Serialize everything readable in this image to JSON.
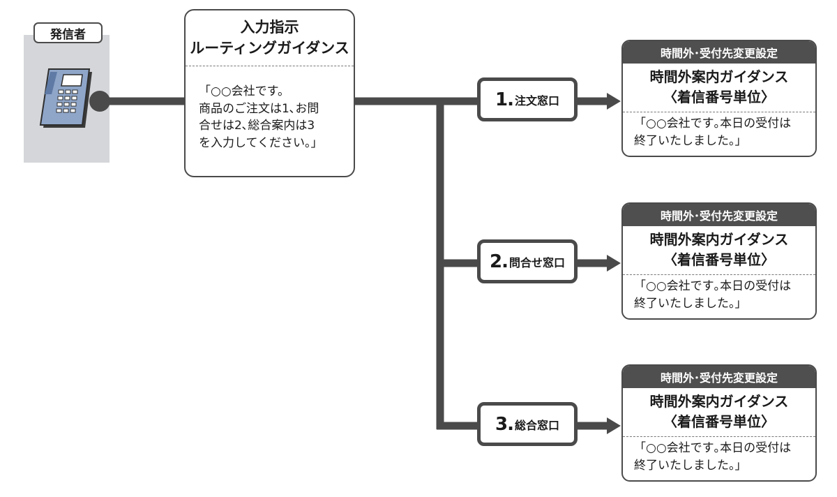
{
  "caller": {
    "label": "発信者",
    "icon": "desk-phone-icon"
  },
  "routing": {
    "title_line1": "入力指示",
    "title_line2": "ルーティングガイダンス",
    "body_lines": [
      "「○○会社です。",
      "商品のご注文は1､お問",
      "合せは2､総合案内は3",
      "を入力してください。」"
    ]
  },
  "options": [
    {
      "number": "1.",
      "label": "注文窓口"
    },
    {
      "number": "2.",
      "label": "問合せ窓口"
    },
    {
      "number": "3.",
      "label": "総合窓口"
    }
  ],
  "cards": [
    {
      "header": "時間外･受付先変更設定",
      "title_line1": "時間外案内ガイダンス",
      "title_line2": "〈着信番号単位〉",
      "body_line1": "「○○会社です｡本日の受付は",
      "body_line2": "終了いたしました。」"
    },
    {
      "header": "時間外･受付先変更設定",
      "title_line1": "時間外案内ガイダンス",
      "title_line2": "〈着信番号単位〉",
      "body_line1": "「○○会社です｡本日の受付は",
      "body_line2": "終了いたしました。」"
    },
    {
      "header": "時間外･受付先変更設定",
      "title_line1": "時間外案内ガイダンス",
      "title_line2": "〈着信番号単位〉",
      "body_line1": "「○○会社です｡本日の受付は",
      "body_line2": "終了いたしました。」"
    }
  ],
  "colors": {
    "line": "#4a4a4a",
    "caller_bg": "#d4d6d9",
    "phone_body": "#8fa6c9",
    "card_header": "#4f4f4f"
  }
}
